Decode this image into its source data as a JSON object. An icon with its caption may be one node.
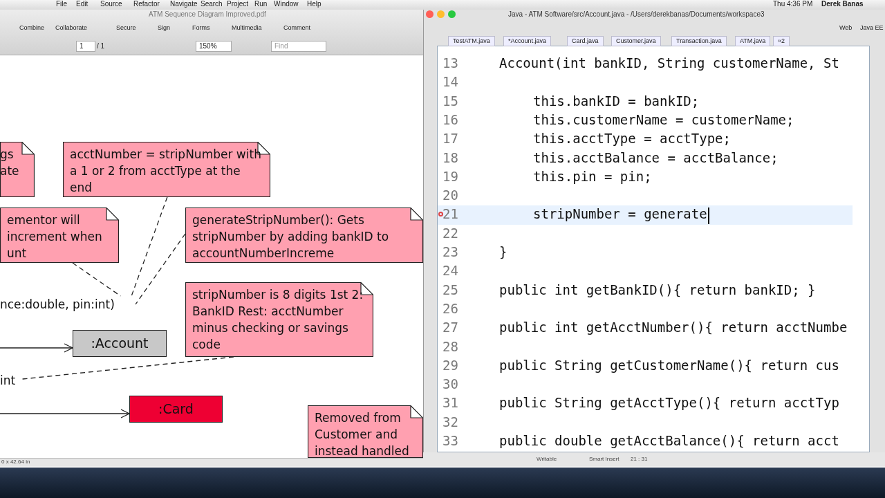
{
  "diagram": {
    "nodes": [
      {
        "text": [
          "gs ate"
        ]
      },
      {
        "text": [
          "acctNumber = stripNumber with a 1 or 2 from acctType at the end"
        ]
      },
      {
        "text": [
          "ementor will increment when unt"
        ]
      },
      {
        "text": [
          "generateStripNumber(): Gets stripNumber by adding bankID to accountNumberIncreme"
        ]
      },
      {
        "text": [
          "stripNumber is 8 digits 1st 2: BankID Rest: acctNumber minus checking or savings code"
        ]
      },
      {
        "text": [
          ":Account"
        ]
      },
      {
        "text": [
          ":Card"
        ]
      },
      {
        "text": [
          "Removed from Customer and instead handled"
        ]
      },
      {
        "text": [
          "nce:double, pin:int)"
        ]
      },
      {
        "text": [
          "int"
        ]
      }
    ],
    "edges": [
      {
        "from": 2,
        "to": 8,
        "arrow": "none",
        "style": "dashed"
      },
      {
        "from": 1,
        "to": 8,
        "arrow": "none",
        "style": "dashed"
      },
      {
        "from": 3,
        "to": 8,
        "arrow": "none",
        "style": "dashed"
      },
      {
        "from": 4,
        "to": 9,
        "arrow": "none",
        "style": "dashed"
      },
      {
        "from": null,
        "to": 5,
        "arrow": "to"
      },
      {
        "from": null,
        "to": 6,
        "arrow": "to"
      }
    ],
    "labels": [
      "File",
      "Edit",
      "Source",
      "Refactor",
      "Navigate",
      "Search",
      "Project",
      "Run",
      "Window",
      "Help",
      "Thu 4:36 PM",
      "Derek Banas",
      "ATM Sequence Diagram Improved.pdf",
      "Java - ATM Software/src/Account.java - /Users/derekbanas/Documents/workspace3",
      "Combine",
      "Collaborate",
      "Secure",
      "Sign",
      "Forms",
      "Multimedia",
      "Comment",
      "Web",
      "Java EE",
      "1",
      "/ 1",
      "150%",
      "Find",
      "TestATM.java",
      "*Account.java",
      "Card.java",
      "Customer.java",
      "Transaction.java",
      "ATM.java",
      "»2",
      "13",
      "Account(int bankID, String customerName, St",
      "14",
      "15",
      "this.bankID = bankID;",
      "16",
      "this.customerName = customerName;",
      "17",
      "this.acctType = acctType;",
      "18",
      "this.acctBalance = acctBalance;",
      "19",
      "this.pin = pin;",
      "20",
      "21",
      "stripNumber = generate",
      "22",
      "23",
      "}",
      "24",
      "25",
      "public int getBankID(){ return bankID; }",
      "26",
      "27",
      "public int getAcctNumber(){ return acctNumbe",
      "28",
      "29",
      "public String getCustomerName(){ return cus",
      "30",
      "31",
      "public String getAcctType(){ return acctTyp",
      "32",
      "33",
      "public double getAcctBalance(){ return acct",
      "0 x 42.64 in",
      "Writable",
      "Smart Insert",
      "21 : 31"
    ]
  }
}
